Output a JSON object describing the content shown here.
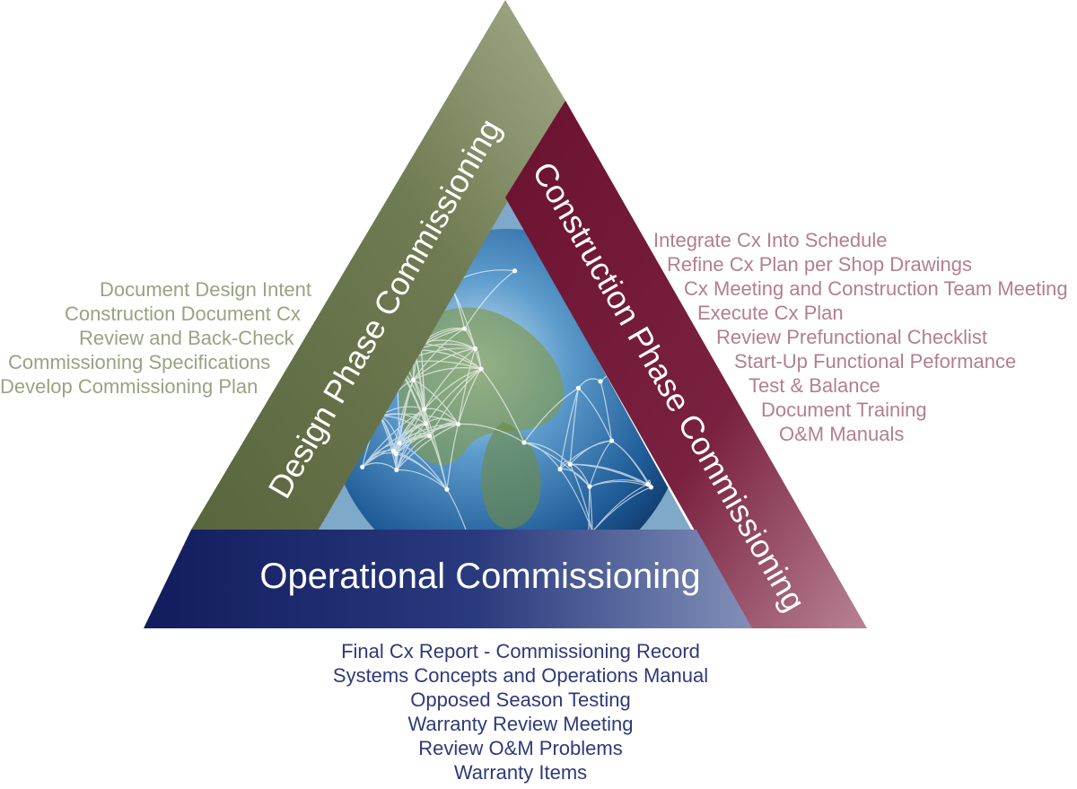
{
  "design": {
    "title": "Design Phase Commissioning",
    "color": "#6f7a55",
    "items": [
      "Document Design Intent",
      "Construction Document Cx",
      "Review and Back-Check",
      "Commissioning Specifications",
      "Develop Commissioning Plan"
    ]
  },
  "construction": {
    "title": "Construction Phase Commissioning",
    "color": "#7a2140",
    "items": [
      "Integrate Cx Into Schedule",
      "Refine Cx Plan per Shop Drawings",
      "Cx Meeting and Construction Team Meeting",
      "Execute Cx Plan",
      "Review Prefunctional Checklist",
      "Start-Up Functional Peformance",
      "Test & Balance",
      "Document Training",
      "O&M Manuals"
    ]
  },
  "operational": {
    "title": "Operational Commissioning",
    "color": "#1a2463",
    "items": [
      "Final Cx Report - Commissioning Record",
      "Systems Concepts and Operations Manual",
      "Opposed Season Testing",
      "Warranty Review Meeting",
      "Review O&M Problems",
      "Warranty Items"
    ]
  },
  "center_image": "globe-network-illustration"
}
